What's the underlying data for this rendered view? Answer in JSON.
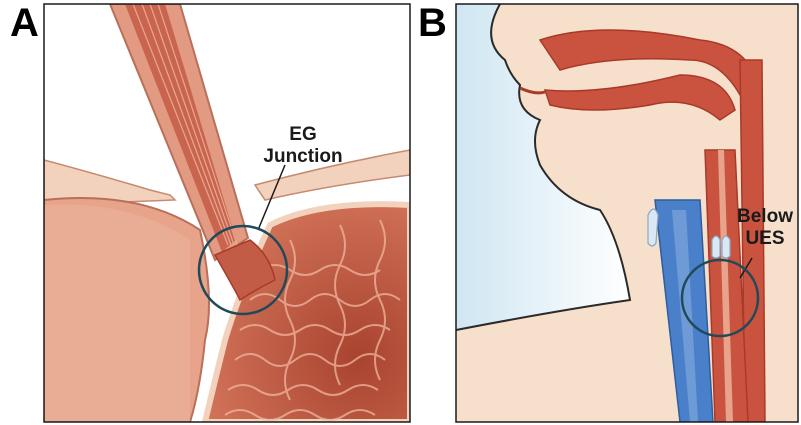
{
  "panels": [
    {
      "letter": "A",
      "callout": [
        "EG",
        "Junction"
      ]
    },
    {
      "letter": "B",
      "callout": [
        "Below",
        "UES"
      ]
    }
  ],
  "colors": {
    "tissue_light": "#f3d2bd",
    "tissue_mid": "#e7a48a",
    "muscle": "#c9533f",
    "muscle_dark": "#a83a2a",
    "stomach_lining": "#b5503d",
    "skin": "#f7e0cb",
    "airway_blue": "#4a7fc9",
    "circle_stroke": "#1f4a5a"
  }
}
